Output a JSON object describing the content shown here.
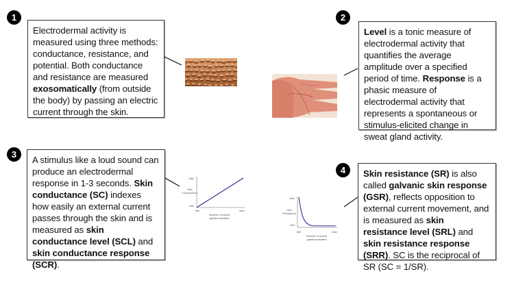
{
  "panels": [
    {
      "number": "1",
      "segments": [
        {
          "text": "Electrodermal activity is measured using three methods: conductance, resistance, and potential. Both conductance and resistance are measured ",
          "bold": false
        },
        {
          "text": "exosomatically",
          "bold": true
        },
        {
          "text": " (from outside the body) by passing an electric current through the skin.",
          "bold": false
        }
      ]
    },
    {
      "number": "2",
      "segments": [
        {
          "text": "Level",
          "bold": true
        },
        {
          "text": " is a tonic measure of electrodermal activity that quantifies the average amplitude over a specified period of time. ",
          "bold": false
        },
        {
          "text": "Response",
          "bold": true
        },
        {
          "text": " is a phasic measure of electrodermal activity that represents a spontaneous or stimulus-elicited change in sweat gland activity.",
          "bold": false
        }
      ]
    },
    {
      "number": "3",
      "segments": [
        {
          "text": "A stimulus like a loud sound can produce an electrodermal response in 1-3 seconds. ",
          "bold": false
        },
        {
          "text": "Skin conductance (SC)",
          "bold": true
        },
        {
          "text": " indexes how easily an external current passes through the skin and is measured as ",
          "bold": false
        },
        {
          "text": "skin conductance level (SCL)",
          "bold": true
        },
        {
          "text": " and ",
          "bold": false
        },
        {
          "text": "skin conductance response (SCR)",
          "bold": true
        },
        {
          "text": ".",
          "bold": false
        }
      ]
    },
    {
      "number": "4",
      "segments": [
        {
          "text": "Skin resistance (SR)",
          "bold": true
        },
        {
          "text": " is also called ",
          "bold": false
        },
        {
          "text": "galvanic skin response (GSR)",
          "bold": true
        },
        {
          "text": ", reflects opposition to external current movement, and is measured as ",
          "bold": false
        },
        {
          "text": "skin resistance level (SRL)",
          "bold": true
        },
        {
          "text": " and ",
          "bold": false
        },
        {
          "text": "skin resistance response (SRR)",
          "bold": true
        },
        {
          "text": ". SC is the reciprocal of SR (SC = 1/SR).",
          "bold": false
        }
      ]
    }
  ],
  "images": {
    "skin_surface": "skin-surface-micrograph",
    "hand_palm": "open-palm-photo"
  },
  "chart_data": [
    {
      "type": "line",
      "title": "",
      "xlabel": "Number of sweat glands activated",
      "ylabel": "Skin Conductance",
      "x_ticks": [
        "Min",
        "Max"
      ],
      "y_ticks": [
        "Min",
        "Max"
      ],
      "x": [
        0,
        1
      ],
      "y": [
        0,
        1
      ],
      "description": "linear increase",
      "line_color": "#3a2a8c"
    },
    {
      "type": "line",
      "title": "",
      "xlabel": "Number of sweat glands activated",
      "ylabel": "Skin Resistance",
      "x_ticks": [
        "Min",
        "Max"
      ],
      "y_ticks": [
        "Min",
        "Max"
      ],
      "x": [
        0,
        0.05,
        0.1,
        0.15,
        0.2,
        0.3,
        0.4,
        0.6,
        0.8,
        1.0
      ],
      "y": [
        1.0,
        0.62,
        0.38,
        0.24,
        0.15,
        0.07,
        0.05,
        0.05,
        0.05,
        0.05
      ],
      "description": "inverse / reciprocal decay",
      "line_color": "#4a3aa0"
    }
  ]
}
